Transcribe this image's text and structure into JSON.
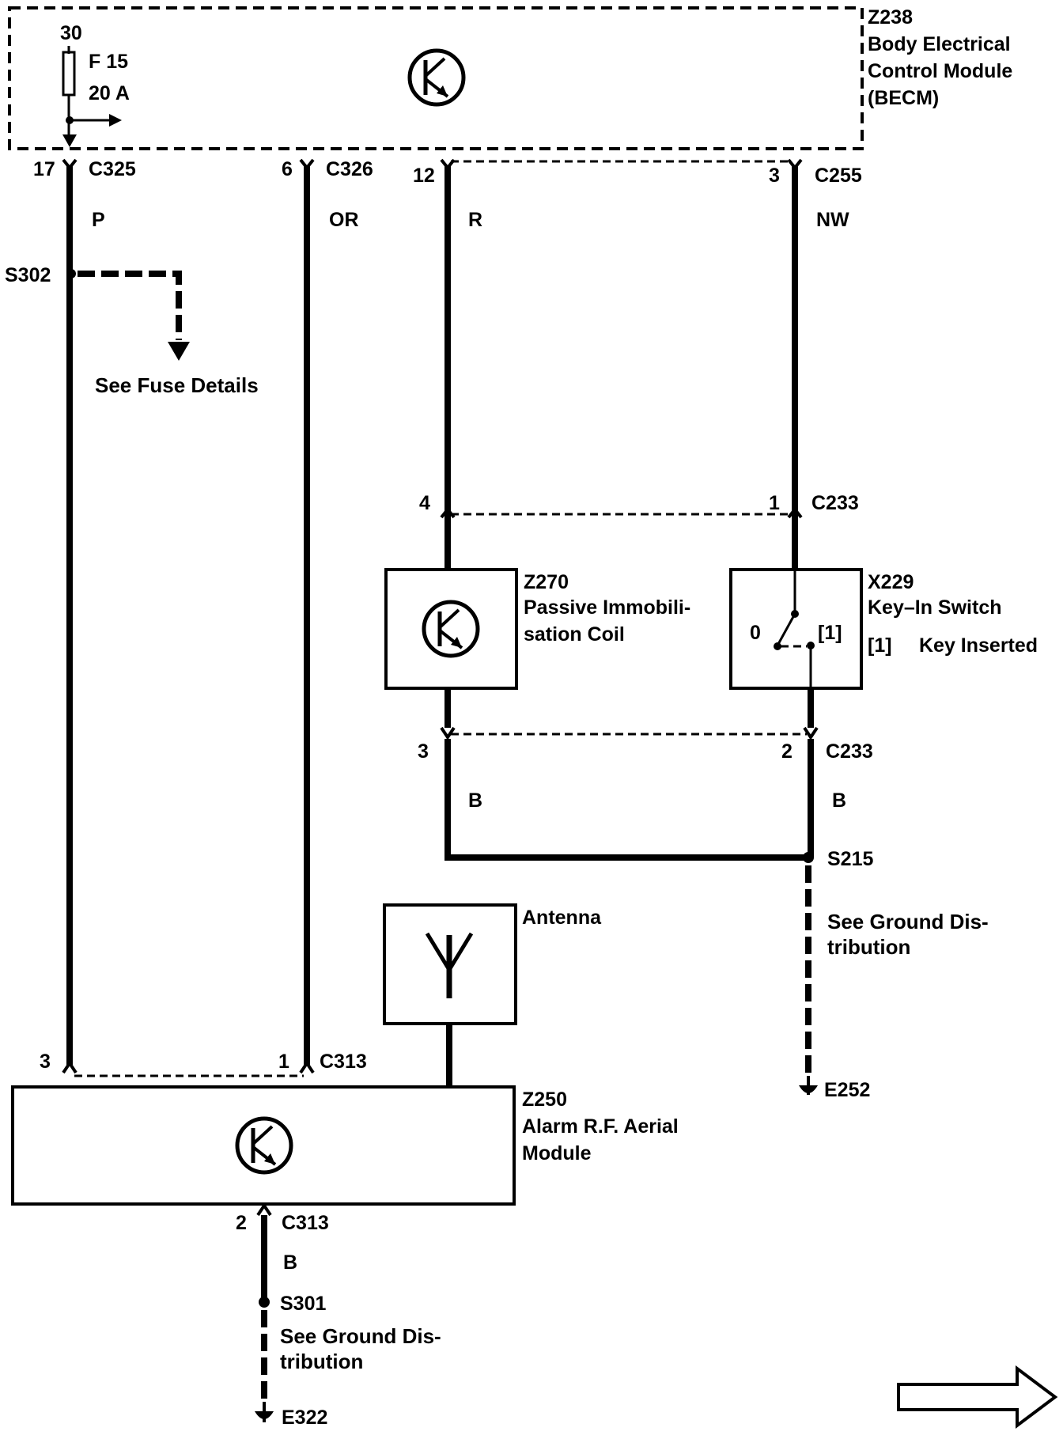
{
  "modules": {
    "becm": {
      "id": "Z238",
      "line1": "Body Electrical",
      "line2": "Control Module",
      "line3": "(BECM)"
    },
    "fuse": {
      "terminal": "30",
      "id": "F 15",
      "rating": "20 A"
    },
    "immobiliser": {
      "id": "Z270",
      "line1": "Passive Immobili-",
      "line2": "sation Coil"
    },
    "key_switch": {
      "id": "X229",
      "name": "Key–In Switch",
      "legend_key": "[1]",
      "legend_text": "Key Inserted",
      "pos_off": "0",
      "pos_on": "[1]"
    },
    "antenna": {
      "name": "Antenna"
    },
    "alarm": {
      "id": "Z250",
      "line1": "Alarm R.F. Aerial",
      "line2": "Module"
    }
  },
  "connectors": {
    "c325": {
      "pin": "17",
      "name": "C325"
    },
    "c326": {
      "pin": "6",
      "name": "C326"
    },
    "c255_r": {
      "pin": "12"
    },
    "c255_nw": {
      "pin": "3",
      "name": "C255"
    },
    "c233_top_left": {
      "pin": "4"
    },
    "c233_top_right": {
      "pin": "1",
      "name": "C233"
    },
    "c233_bot_left": {
      "pin": "3"
    },
    "c233_bot_right": {
      "pin": "2",
      "name": "C233"
    },
    "c313_left": {
      "pin": "3"
    },
    "c313_right": {
      "pin": "1",
      "name": "C313"
    },
    "c313_bottom": {
      "pin": "2",
      "name": "C313"
    }
  },
  "wires": {
    "p": "P",
    "or": "OR",
    "r": "R",
    "nw": "NW",
    "b_left": "B",
    "b_right": "B",
    "b_bottom": "B"
  },
  "splices": {
    "s302": "S302",
    "s215": "S215",
    "s301": "S301"
  },
  "notes": {
    "fuse_details": "See Fuse Details",
    "ground_right_1": "See Ground Dis-",
    "ground_right_2": "tribution",
    "ground_bottom_1": "See Ground Dis-",
    "ground_bottom_2": "tribution"
  },
  "grounds": {
    "e252": "E252",
    "e322": "E322"
  }
}
